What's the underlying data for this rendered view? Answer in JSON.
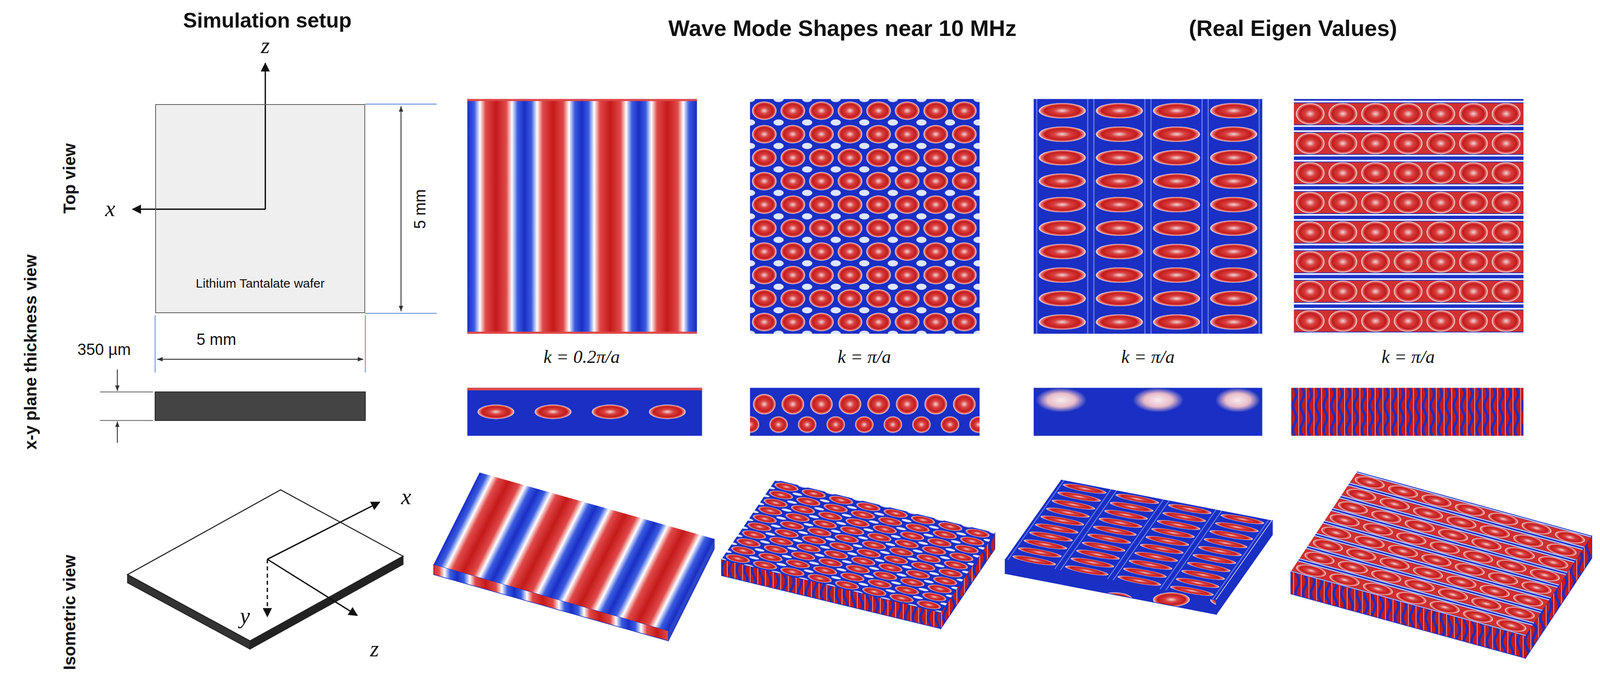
{
  "diagram": {
    "title": "Wave Mode Shapes near 10 MHz",
    "nodes": [
      {
        "text": [
          "Lithium Tantalate wafer"
        ]
      }
    ],
    "labels": [
      "(Real Eigen Values)",
      "Simulation setup",
      "Top view",
      "x-y plane thickness view",
      "Isometric view",
      "z",
      "x",
      "5 mm",
      "5 mm",
      "350 µm",
      "k = 0.2π/a",
      "k = π/a",
      "k = π/a",
      "k = π/a",
      "x",
      "y",
      "z"
    ]
  }
}
